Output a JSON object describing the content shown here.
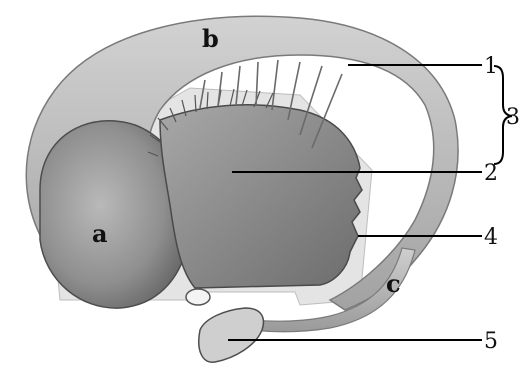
{
  "regions": {
    "a": "a",
    "b": "b",
    "c": "c"
  },
  "callouts": {
    "n1": "1",
    "n2": "2",
    "n3": "3",
    "n4": "4",
    "n5": "5"
  }
}
